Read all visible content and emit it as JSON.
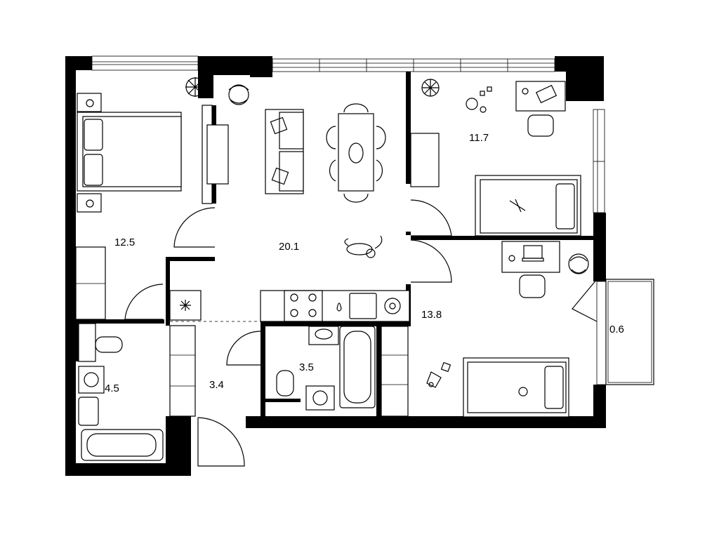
{
  "rooms": [
    {
      "id": "bedroom",
      "area": "12.5"
    },
    {
      "id": "living",
      "area": "20.1"
    },
    {
      "id": "kids-room",
      "area": "11.7"
    },
    {
      "id": "bedroom-2",
      "area": "13.8"
    },
    {
      "id": "balcony",
      "area": "0.6"
    },
    {
      "id": "bathroom",
      "area": "4.5"
    },
    {
      "id": "hallway",
      "area": "3.4"
    },
    {
      "id": "toilet",
      "area": "3.5"
    }
  ],
  "icons": [
    "window-icon",
    "door-swing-icon",
    "double-bed-icon",
    "single-bed-icon",
    "sofa-icon",
    "dining-table-icon",
    "chair-icon",
    "desk-icon",
    "laptop-icon",
    "plant-icon",
    "toilet-icon",
    "bathtub-icon",
    "sink-icon",
    "washing-machine-icon",
    "stove-icon",
    "fridge-icon",
    "wardrobe-icon",
    "cat-icon",
    "toy-icon"
  ]
}
